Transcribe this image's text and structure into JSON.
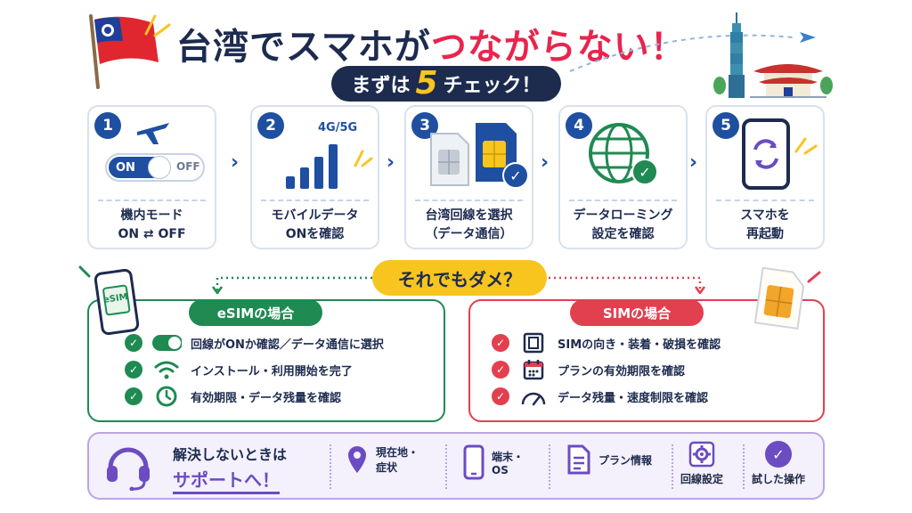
{
  "header": {
    "title_part1": "台湾でスマホが",
    "title_part2": "つながらない！",
    "subtitle_pre": "まずは",
    "subtitle_num": "5",
    "subtitle_post": "チェック！"
  },
  "steps": [
    {
      "num": "1",
      "label_line1": "機内モード",
      "label_line2": "ON ⇄ OFF",
      "toggle_on": "ON",
      "toggle_off": "OFF"
    },
    {
      "num": "2",
      "label_line1": "モバイルデータ",
      "label_line2": "ONを確認",
      "signal_text": "4G/5G"
    },
    {
      "num": "3",
      "label_line1": "台湾回線を選択",
      "label_line2": "（データ通信）"
    },
    {
      "num": "4",
      "label_line1": "データローミング",
      "label_line2": "設定を確認"
    },
    {
      "num": "5",
      "label_line1": "スマホを",
      "label_line2": "再起動"
    }
  ],
  "middle": {
    "label": "それでもダメ？"
  },
  "esim": {
    "heading": "eSIMの場合",
    "card_text": "eSIM",
    "items": [
      {
        "text": "回線がONか確認／データ通信に選択",
        "icon": "toggle-icon"
      },
      {
        "text": "インストール・利用開始を完了",
        "icon": "wifi-icon"
      },
      {
        "text": "有効期限・データ残量を確認",
        "icon": "clock-icon"
      }
    ]
  },
  "sim": {
    "heading": "SIMの場合",
    "items": [
      {
        "text": "SIMの向き・装着・破損を確認",
        "icon": "sim-slot-icon"
      },
      {
        "text": "プランの有効期限を確認",
        "icon": "calendar-icon"
      },
      {
        "text": "データ残量・速度制限を確認",
        "icon": "speedometer-icon"
      }
    ]
  },
  "support": {
    "line1": "解決しないときは",
    "line2": "サポートへ！",
    "items": [
      {
        "line1": "現在地・",
        "line2": "症状",
        "icon": "location-pin-icon"
      },
      {
        "line1": "端末・",
        "line2": "OS",
        "icon": "phone-icon"
      },
      {
        "line1": "プラン情報",
        "line2": "",
        "icon": "document-icon"
      },
      {
        "line1": "回線設定",
        "line2": "",
        "icon": "gear-icon"
      },
      {
        "line1": "試した操作",
        "line2": "",
        "icon": "check-circle-icon"
      }
    ]
  },
  "colors": {
    "navy": "#1d2b4f",
    "accent_red": "#e8254d",
    "step_blue": "#1f4fa0",
    "yellow": "#f7c51e",
    "green": "#1f8a52",
    "red": "#e2404f",
    "purple": "#6b4cc2"
  }
}
